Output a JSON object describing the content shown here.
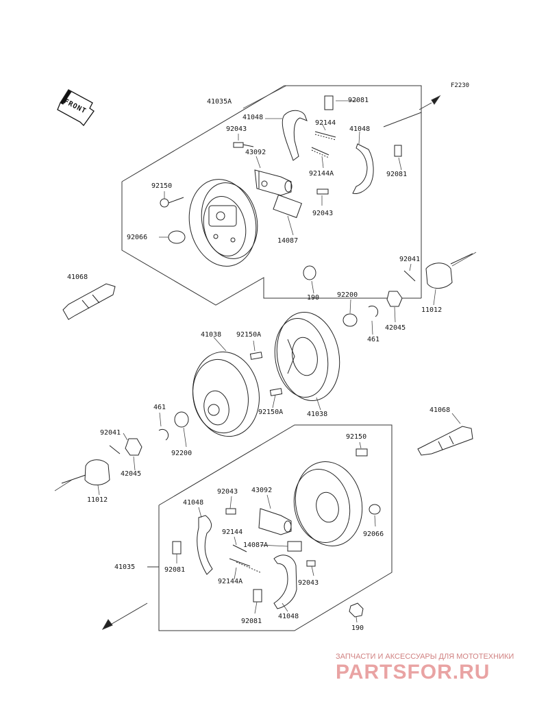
{
  "figure_code": "F2230",
  "front_label": "FRONT",
  "parts": {
    "p41035A": "41035A",
    "p41048_a": "41048",
    "p92081_a": "92081",
    "p92144_a": "92144",
    "p41048_b": "41048",
    "p92043_a": "92043",
    "p43092_a": "43092",
    "p92144A_a": "92144A",
    "p92081_b": "92081",
    "p92150_a": "92150",
    "p92043_b": "92043",
    "p92066_a": "92066",
    "p14087": "14087",
    "p41068_a": "41068",
    "p190_a": "190",
    "p92041_a": "92041",
    "p92200_a": "92200",
    "p11012_a": "11012",
    "p42045_a": "42045",
    "p461_a": "461",
    "p41038_a": "41038",
    "p92150A_a": "92150A",
    "p92150A_b": "92150A",
    "p41038_b": "41038",
    "p461_b": "461",
    "p41068_b": "41068",
    "p92041_b": "92041",
    "p92200_b": "92200",
    "p42045_b": "42045",
    "p11012_b": "11012",
    "p92150_b": "92150",
    "p92043_c": "92043",
    "p43092_b": "43092",
    "p41048_c": "41048",
    "p92144_b": "92144",
    "p14087A": "14087A",
    "p92066_b": "92066",
    "p41035": "41035",
    "p92081_c": "92081",
    "p92144A_b": "92144A",
    "p92043_d": "92043",
    "p92081_d": "92081",
    "p41048_d": "41048",
    "p190_b": "190"
  },
  "watermark": {
    "tagline": "ЗАПЧАСТИ И АКСЕССУАРЫ ДЛЯ МОТОТЕХНИКИ",
    "logo": "PARTSFOR.RU"
  }
}
